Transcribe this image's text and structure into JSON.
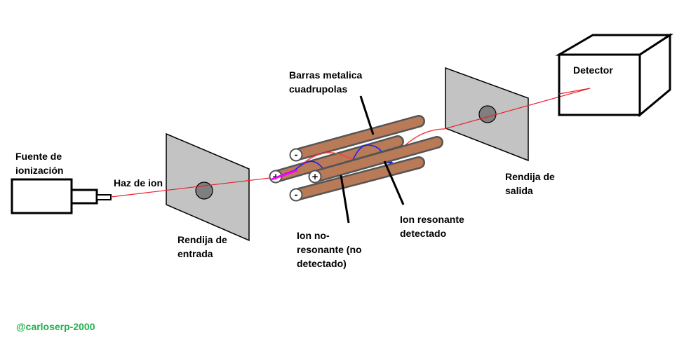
{
  "labels": {
    "source": [
      "Fuente de",
      "ionización"
    ],
    "beam": "Haz de ion",
    "entrance_slit": [
      "Rendija de",
      "entrada"
    ],
    "rods": [
      "Barras metalica",
      "cuadrupolas"
    ],
    "non_resonant": [
      "Ion no-",
      "resonante (no",
      "detectado)"
    ],
    "resonant": [
      "Ion resonante",
      "detectado"
    ],
    "exit_slit": [
      "Rendija de",
      "salida"
    ],
    "detector": "Detector"
  },
  "rod_signs": [
    "-",
    "+",
    "+",
    "-"
  ],
  "signature": "@carloserp-2000",
  "colors": {
    "beam": "#e8202a",
    "resonant_ion": "#1a1aff",
    "non_resonant_ion": "#ff3a3a",
    "rod": "#b97a57",
    "slit": "#c3c3c3",
    "signature": "#22b04a"
  }
}
